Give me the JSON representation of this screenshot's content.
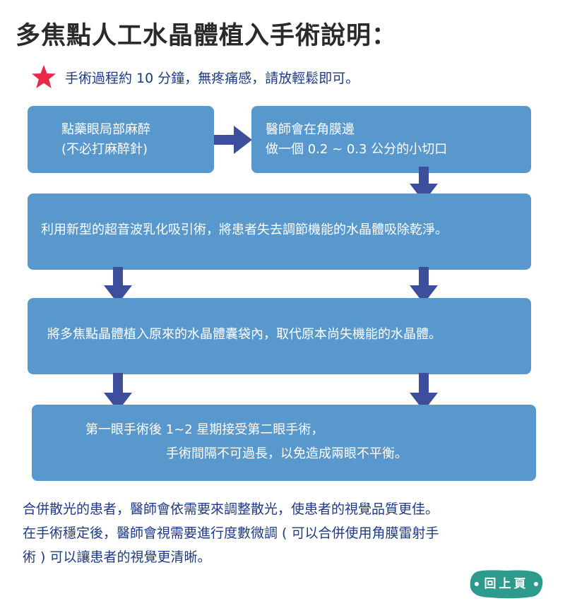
{
  "title": "多焦點人工水晶體植入手術說明：",
  "note": {
    "icon": "star-icon",
    "text": "手術過程約 10 分鐘，無疼痛感，請放輕鬆即可。",
    "star_color": "#e8294a"
  },
  "steps": {
    "step1": {
      "line1": "點藥眼局部麻醉",
      "line2": "(不必打麻醉針)"
    },
    "step2": {
      "line1": "醫師會在角膜邊",
      "line2": "做一個 0.2 ~ 0.3 公分的小切口"
    },
    "step3": {
      "text": "利用新型的超音波乳化吸引術，將患者失去調節機能的水晶體吸除乾淨。"
    },
    "step4": {
      "text": "將多焦點晶體植入原來的水晶體囊袋內，取代原本尚失機能的水晶體。"
    },
    "step5": {
      "line1": "第一眼手術後 1~2 星期接受第二眼手術，",
      "line2": "手術間隔不可過長，以免造成兩眼不平衡。"
    }
  },
  "footer": {
    "line1": "合併散光的患者，醫師會依需要來調整散光，使患者的視覺品質更佳。",
    "line2": "在手術穩定後，醫師會視需要進行度數微調 ( 可以合併使用角膜雷射手",
    "line3": "術 ) 可以讓患者的視覺更清晰。"
  },
  "back_button": {
    "label": "回上頁"
  },
  "colors": {
    "box": "#5898cc",
    "arrow": "#3d4f9c",
    "text_dark": "#1d3a8a",
    "button": "#2c9a8c"
  }
}
